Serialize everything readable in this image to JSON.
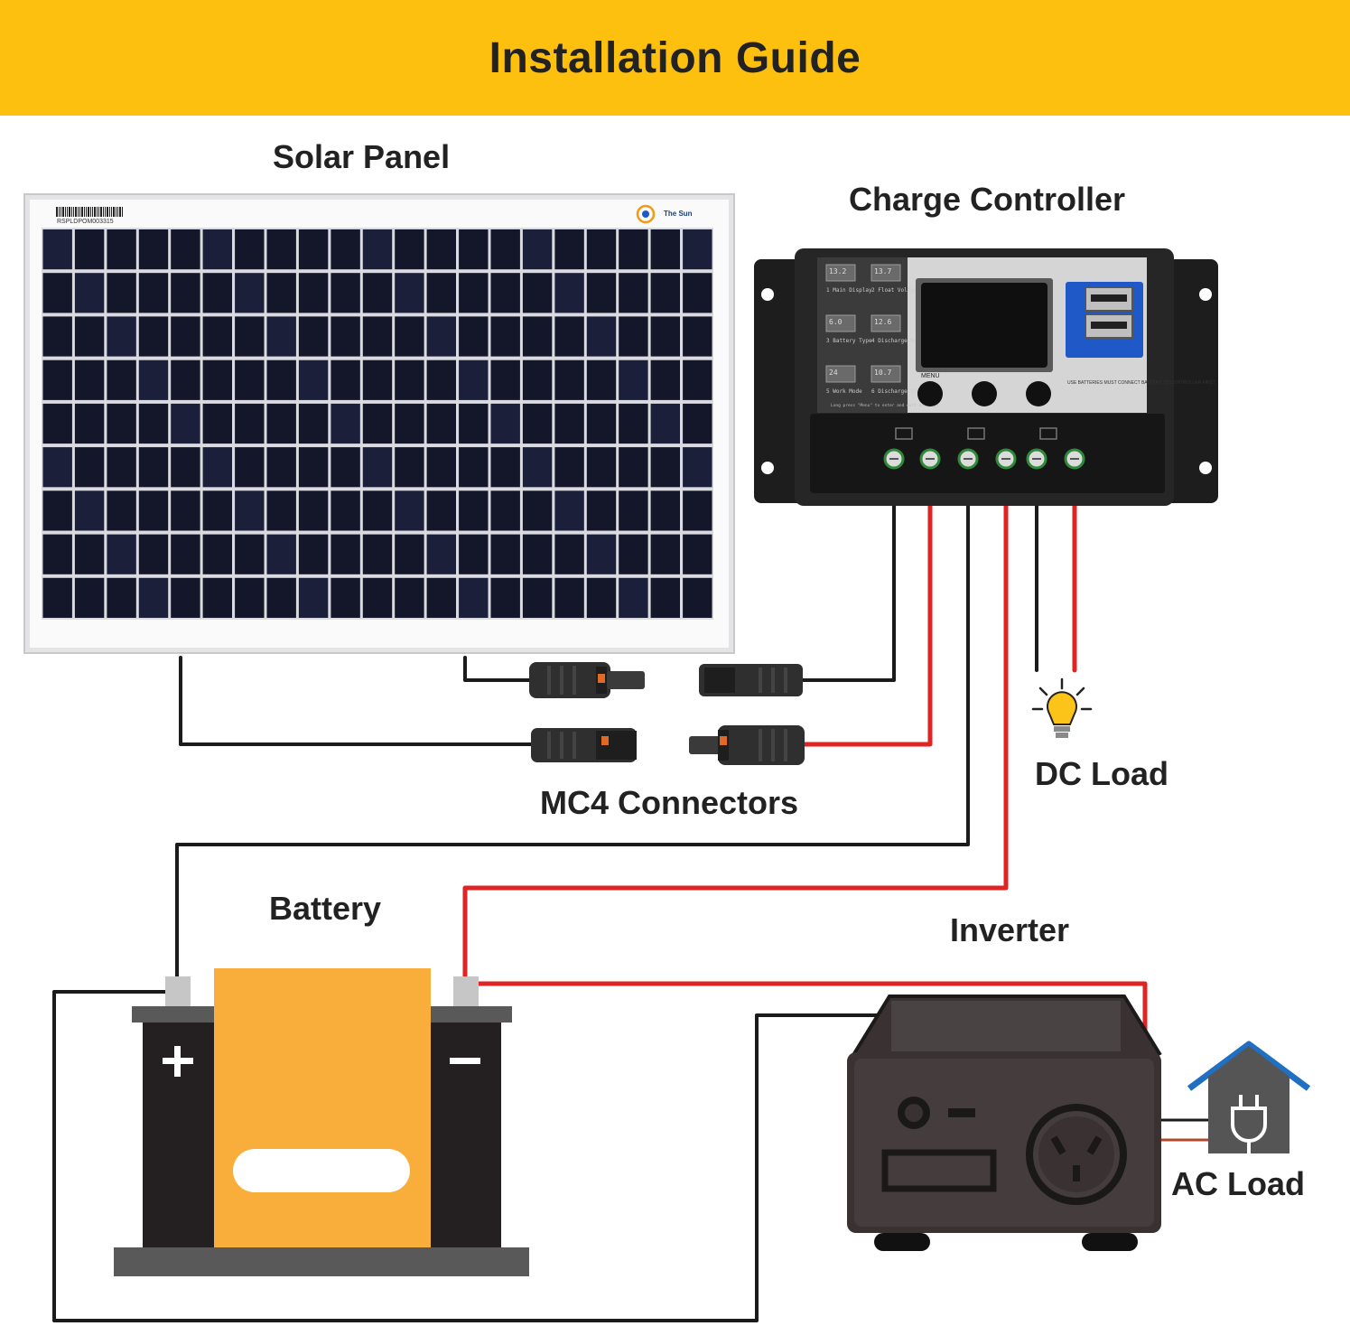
{
  "header": {
    "title": "Installation Guide",
    "bg_color": "#fdc00f"
  },
  "labels": {
    "solar_panel": "Solar Panel",
    "charge_controller": "Charge Controller",
    "mc4_connectors": "MC4 Connectors",
    "dc_load": "DC Load",
    "battery": "Battery",
    "inverter": "Inverter",
    "ac_load": "AC Load"
  },
  "solar_panel": {
    "serial": "RSPLDPOM003315",
    "brand": "The Sun",
    "cell_rows": 9,
    "cell_columns": 21
  },
  "charge_controller": {
    "buttons": [
      {
        "value": "13.2",
        "label": "Main Display",
        "number": "1"
      },
      {
        "value": "13.7",
        "label": "Float Voltage",
        "number": "2"
      },
      {
        "value": "6.0",
        "label": "Battery Type",
        "number": "3"
      },
      {
        "value": "12.6",
        "label": "Discharge Reconnect",
        "number": "4"
      },
      {
        "value": "24",
        "label": "Work Mode",
        "number": "5"
      },
      {
        "value": "10.7",
        "label": "Discharge Stop",
        "number": "6"
      }
    ],
    "hint": "Long press \"Menu\" to enter and exit settings",
    "menu_label": "MENU",
    "warning": "USE BATTERIES MUST CONNECT BATTERY TO CONTROLLER FIRST",
    "terminal_count": 6
  },
  "colors": {
    "wire_red": "#e02323",
    "wire_black": "#1b1b1b",
    "battery_orange": "#f9ad3b",
    "battery_body": "#242021",
    "inverter_body": "#3a3132",
    "house_roof": "#1f6fc2",
    "house_body": "#555555",
    "usb_blue": "#1f58c7",
    "bulb_yellow": "#fcc419"
  }
}
